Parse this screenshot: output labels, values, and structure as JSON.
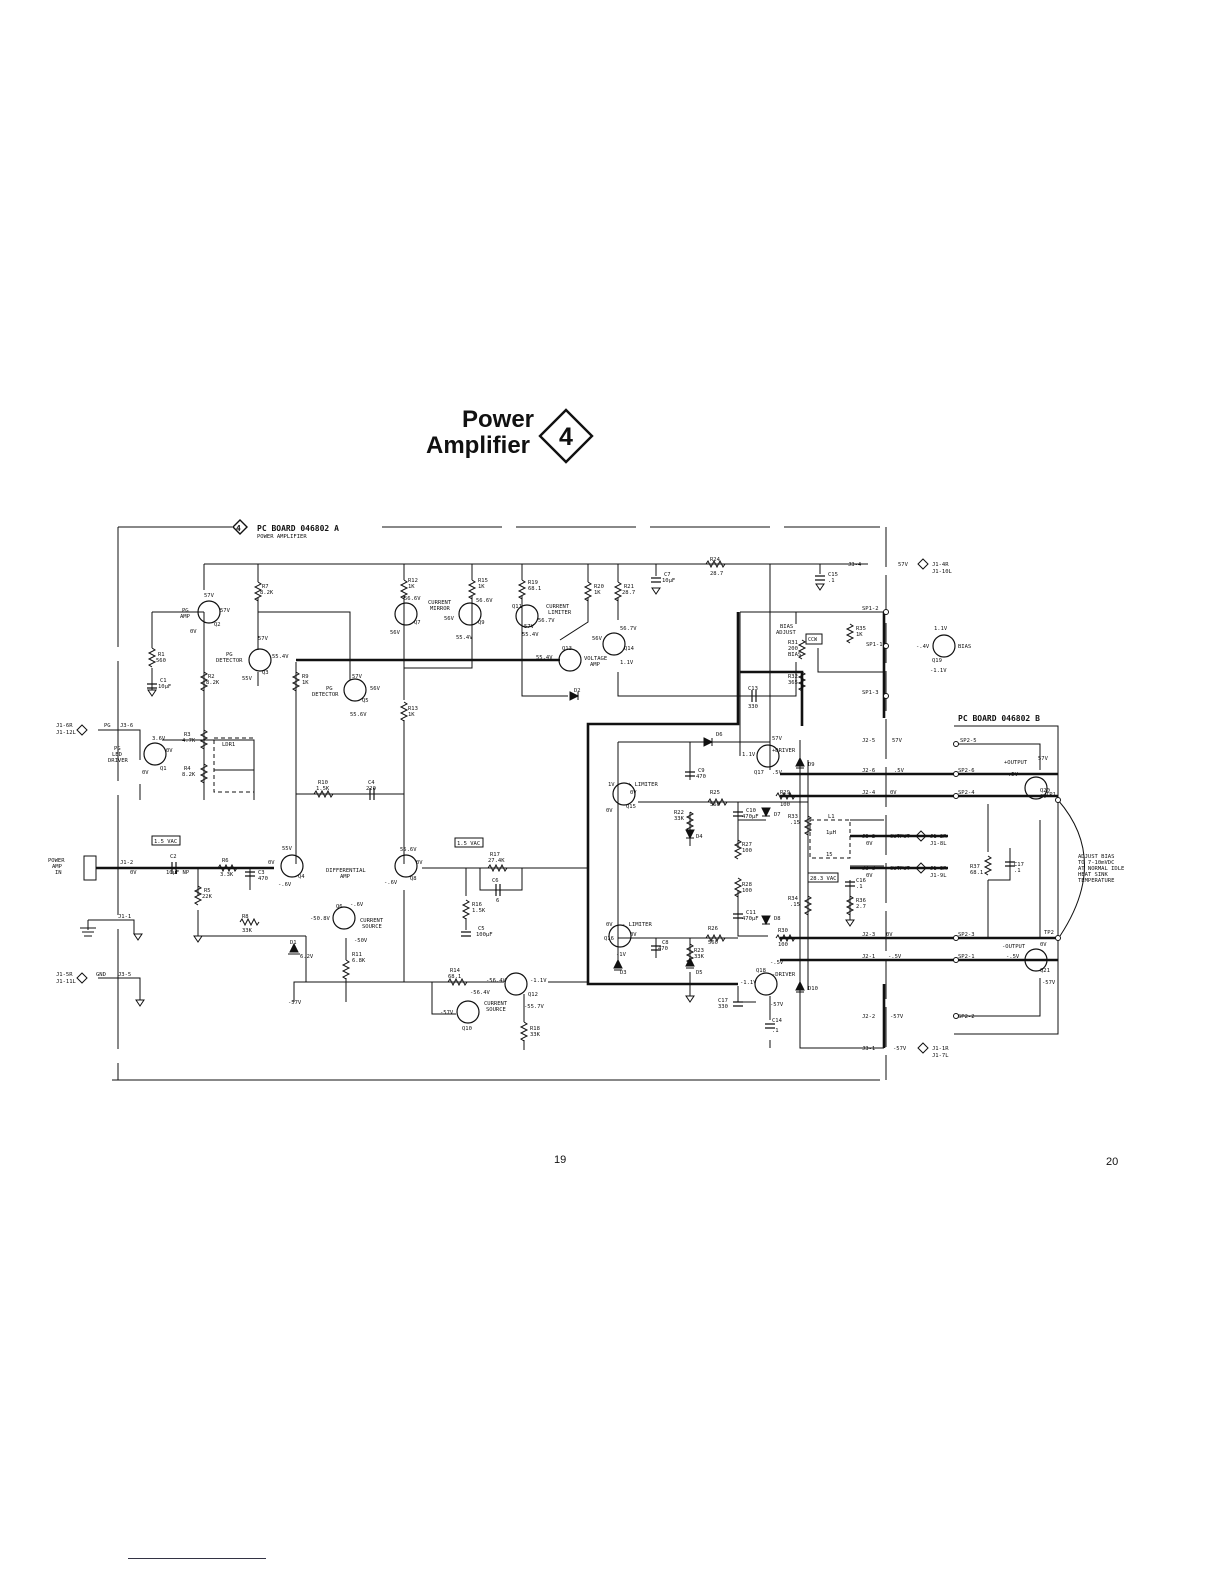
{
  "title": {
    "line1": "Power",
    "line2": "Amplifier",
    "badge": "4"
  },
  "boards": {
    "a": {
      "badge": "4",
      "name": "PC BOARD 046802 A",
      "sub": "POWER AMPLIFIER"
    },
    "b": {
      "name": "PC BOARD 046802 B"
    }
  },
  "page_numbers": {
    "left": "19",
    "right": "20"
  },
  "input": {
    "label1": "POWER",
    "label2": "AMP",
    "label3": "IN",
    "pin": "J1-2",
    "volts": "0V",
    "vac": "1.5 VAC",
    "gnd_pin": "J1-1"
  },
  "connectors": {
    "top_right": {
      "pin": "J3-4",
      "volts": "57V",
      "ref1": "J1-4R",
      "ref2": "J1-10L"
    },
    "bottom_right": {
      "pin": "J3-1",
      "volts": "-57V",
      "ref1": "J1-1R",
      "ref2": "J1-7L"
    },
    "left_top": {
      "ref1": "J1-6R",
      "ref2": "J1-12L",
      "pin": "J3-6",
      "label": "PG"
    },
    "left_bottom": {
      "ref1": "J1-5R",
      "ref2": "J1-11L",
      "pin": "J3-5",
      "label": "GND"
    },
    "out_top": {
      "pin": "J3-2",
      "label": "OUTPUT",
      "volts": "0V",
      "ref1": "J1-2R",
      "ref2": "J1-8L"
    },
    "out_bottom": {
      "pin": "J3-3",
      "label": "OUTPUT",
      "volts": "0V",
      "ref1": "J1-3R",
      "ref2": "J1-9L"
    }
  },
  "components": {
    "q1": {
      "name": "Q1",
      "l1": "PG",
      "l2": "LED",
      "l3": "DRIVER",
      "v1": "3.6V",
      "v2": "0V",
      "v3": "0V"
    },
    "q2": {
      "name": "Q2",
      "l1": "PG",
      "l2": "AMP",
      "v1": "57V",
      "v2": "57V",
      "v3": "0V"
    },
    "q3": {
      "name": "Q3",
      "l1": "PG",
      "l2": "DETECTOR",
      "v1": "57V",
      "v2": "55.4V",
      "v3": "55V"
    },
    "q5": {
      "name": "Q5",
      "l1": "PG",
      "l2": "DETECTOR",
      "v1": "57V",
      "v2": "56V",
      "v3": "55.6V"
    },
    "q7": {
      "name": "Q7",
      "v1": "56.6V",
      "v2": "56V"
    },
    "q9": {
      "name": "Q9",
      "v1": "56.6V",
      "v2": "56V",
      "v3": "55.4V",
      "l1": "CURRENT",
      "l2": "MIRROR"
    },
    "q11": {
      "name": "Q11",
      "v1": "57V",
      "v2": "56.7V",
      "v3": "55.4V",
      "l1": "CURRENT",
      "l2": "LIMITER"
    },
    "q13": {
      "name": "Q13",
      "v1": "55.4V",
      "v2": "56V"
    },
    "q14": {
      "name": "Q14",
      "v1": "56.7V",
      "v2": "1.1V",
      "l1": "VOLTAGE",
      "l2": "AMP"
    },
    "q4": {
      "name": "Q4",
      "v1": "55V",
      "v2": "0V",
      "v3": "-.6V"
    },
    "q8": {
      "name": "Q8",
      "v1": "55.6V",
      "v2": "0V",
      "v3": "-.6V",
      "l1": "DIFFERENTIAL",
      "l2": "AMP"
    },
    "q6": {
      "name": "Q6",
      "v1": "-.6V",
      "v2": "-50.8V",
      "v3": "-50V",
      "l1": "CURRENT",
      "l2": "SOURCE"
    },
    "q10": {
      "name": "Q10",
      "v1": "-57V",
      "v2": "-56.4V",
      "l1": "CURRENT",
      "l2": "SOURCE"
    },
    "q12": {
      "name": "Q12",
      "v1": "-56.4V",
      "v2": "-1.1V",
      "v3": "-55.7V"
    },
    "q15": {
      "name": "Q15",
      "v1": "1V",
      "v2": "0V",
      "v3": "0V",
      "l1": "+ LIMITER"
    },
    "q16": {
      "name": "Q16",
      "v1": "0V",
      "v2": "0V",
      "v3": "-1V",
      "l1": "- LIMITER"
    },
    "q17": {
      "name": "Q17",
      "v1": "57V",
      "v2": "1.1V",
      "v3": ".5V",
      "l1": "+DRIVER"
    },
    "q18": {
      "name": "Q18",
      "v1": "-.5V",
      "v2": "-1.1V",
      "v3": "-57V",
      "l1": "-DRIVER"
    },
    "q19": {
      "name": "Q19",
      "v1": "1.1V",
      "v2": "-.4V",
      "v3": "-1.1V",
      "l1": "BIAS"
    },
    "q20": {
      "name": "Q20",
      "v1": "57V",
      "v2": ".5V",
      "v3": "0V",
      "l1": "+OUTPUT"
    },
    "q21": {
      "name": "Q21",
      "v1": "0V",
      "v2": "-.5V",
      "v3": "-57V",
      "l1": "-OUTPUT"
    },
    "r1": {
      "name": "R1",
      "val": "560"
    },
    "r2": {
      "name": "R2",
      "val": "8.2K"
    },
    "r3": {
      "name": "R3",
      "val": "4.7K"
    },
    "r4": {
      "name": "R4",
      "val": "8.2K"
    },
    "r5": {
      "name": "R5",
      "val": "22K"
    },
    "r6": {
      "name": "R6",
      "val": "3.3K"
    },
    "r7": {
      "name": "R7",
      "val": "8.2K"
    },
    "r8": {
      "name": "R8",
      "val": "33K"
    },
    "r9": {
      "name": "R9",
      "val": "1K"
    },
    "r10": {
      "name": "R10",
      "val": "1.5K"
    },
    "r11": {
      "name": "R11",
      "val": "6.8K"
    },
    "r12": {
      "name": "R12",
      "val": "1K"
    },
    "r13": {
      "name": "R13",
      "val": "1K"
    },
    "r14": {
      "name": "R14",
      "val": "68.1"
    },
    "r15": {
      "name": "R15",
      "val": "1K"
    },
    "r16": {
      "name": "R16",
      "val": "1.5K"
    },
    "r17": {
      "name": "R17",
      "val": "27.4K"
    },
    "r18": {
      "name": "R18",
      "val": "33K"
    },
    "r19": {
      "name": "R19",
      "val": "68.1"
    },
    "r20": {
      "name": "R20",
      "val": "1K"
    },
    "r21": {
      "name": "R21",
      "val": "28.7"
    },
    "r22": {
      "name": "R22",
      "val": "33K"
    },
    "r23": {
      "name": "R23",
      "val": "33K"
    },
    "r24": {
      "name": "R24",
      "val": "28.7"
    },
    "r25": {
      "name": "R25",
      "val": "560"
    },
    "r26": {
      "name": "R26",
      "val": "560"
    },
    "r27": {
      "name": "R27",
      "val": "100"
    },
    "r28": {
      "name": "R28",
      "val": "100"
    },
    "r29": {
      "name": "R29",
      "val": "100"
    },
    "r30": {
      "name": "R30",
      "val": "100"
    },
    "r31": {
      "name": "R31",
      "val": "200",
      "l1": "BIAS",
      "l2": "ADJUST",
      "l3": "BIAS",
      "ccw": "CCW"
    },
    "r32": {
      "name": "R32",
      "val": "365"
    },
    "r33": {
      "name": "R33",
      "val": ".15"
    },
    "r34": {
      "name": "R34",
      "val": ".15"
    },
    "r35": {
      "name": "R35",
      "val": "1K"
    },
    "r36": {
      "name": "R36",
      "val": "2.7"
    },
    "r37": {
      "name": "R37",
      "val": "68.1"
    },
    "c1": {
      "name": "C1",
      "val": "10µF"
    },
    "c2": {
      "name": "C2",
      "val": "10µF NP"
    },
    "c3": {
      "name": "C3",
      "val": "470"
    },
    "c4": {
      "name": "C4",
      "val": "220"
    },
    "c5": {
      "name": "C5",
      "val": "100µF"
    },
    "c6": {
      "name": "C6",
      "val": "6"
    },
    "c7": {
      "name": "C7",
      "val": "10µF"
    },
    "c8": {
      "name": "C8",
      "val": "470"
    },
    "c9": {
      "name": "C9",
      "val": "470"
    },
    "c10": {
      "name": "C10",
      "val": "470µF"
    },
    "c11": {
      "name": "C11",
      "val": "470µF"
    },
    "c13": {
      "name": "C13",
      "val": "330"
    },
    "c14": {
      "name": "C14",
      "val": ".1"
    },
    "c15": {
      "name": "C15",
      "val": ".1"
    },
    "c16": {
      "name": "C16",
      "val": ".1"
    },
    "c17": {
      "name": "C17",
      "val": ".1"
    },
    "c17b": {
      "name": "C17",
      "val": "330"
    },
    "d1": {
      "name": "D1",
      "val": "6.2V"
    },
    "d2": {
      "name": "D2"
    },
    "d3": {
      "name": "D3"
    },
    "d4": {
      "name": "D4"
    },
    "d5": {
      "name": "D5"
    },
    "d6": {
      "name": "D6"
    },
    "d7": {
      "name": "D7"
    },
    "d8": {
      "name": "D8"
    },
    "d9": {
      "name": "D9"
    },
    "d10": {
      "name": "D10"
    },
    "ldr1": {
      "name": "LDR1"
    },
    "l1": {
      "name": "L1",
      "val": "1µH",
      "r": "15"
    }
  },
  "nets": {
    "sp1_2": "SP1-2",
    "sp1_1": "SP1-1",
    "sp1_3": "SP1-3",
    "j2_5": "J2-5",
    "j2_5v": "57V",
    "sp2_5": "SP2-5",
    "j2_6": "J2-6",
    "j2_6v": ".5V",
    "sp2_6": "SP2-6",
    "j2_4": "J2-4",
    "j2_4v": "0V",
    "sp2_4": "SP2-4",
    "j2_3": "J2-3",
    "j2_3v": "0V",
    "sp2_3": "SP2-3",
    "j2_1": "J2-1",
    "j2_1v": "-.5V",
    "sp2_1": "SP2-1",
    "j2_2": "J2-2",
    "j2_2v": "-57V",
    "sp2_2": "SP2-2",
    "tp1": "TP1",
    "tp2": "TP2",
    "vac_out": "28.3 VAC",
    "vac_mid": "1.5 VAC",
    "neg57": "-57V"
  },
  "notes": {
    "adjust": [
      "ADJUST BIAS",
      "TO 7-10mVDC",
      "AT NORMAL IDLE",
      "HEAT SINK",
      "TEMPERATURE"
    ]
  }
}
